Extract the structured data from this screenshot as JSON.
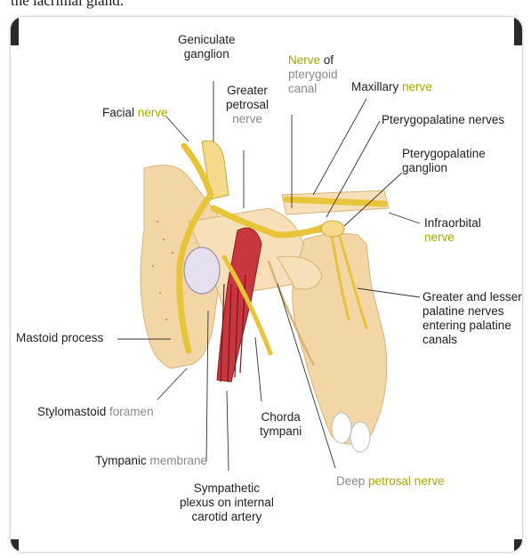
{
  "caption_fragment": "the lacrimal gland.",
  "labels": {
    "geniculate_1": "Geniculate",
    "geniculate_2": "ganglion",
    "greater_petrosal_1": "Greater",
    "greater_petrosal_2": "petrosal",
    "greater_petrosal_3": "nerve",
    "nerve_ptery_nerve": "Nerve",
    "nerve_ptery_of": " of",
    "nerve_ptery_2": "pterygoid",
    "nerve_ptery_3": "canal",
    "maxillary": "Maxillary ",
    "maxillary_nerve": "nerve",
    "facial": "Facial ",
    "facial_nerve": "nerve",
    "pterygopalatine_nerves": "Pterygopalatine nerves",
    "ptery_ganglion_1": "Pterygopalatine",
    "ptery_ganglion_2": "ganglion",
    "infraorbital_1": "Infraorbital",
    "infraorbital_2": "nerve",
    "greater_lesser_1": "Greater and lesser",
    "greater_lesser_2": "palatine nerves",
    "greater_lesser_3": "entering palatine",
    "greater_lesser_4": "canals",
    "mastoid": "Mastoid process",
    "stylomastoid": "Stylomastoid ",
    "stylomastoid_foramen": "foramen",
    "chorda_1": "Chorda",
    "chorda_2": "tympani",
    "tympanic": "Tympanic ",
    "tympanic_membrane": "membrane",
    "deep": "Deep ",
    "deep_petrosal_nerve": "petrosal nerve",
    "sympathetic_1": "Sympathetic",
    "sympathetic_2": "plexus on internal",
    "sympathetic_3": "carotid artery"
  },
  "colors": {
    "nerve": "#e8c43a",
    "bone": "#f3d6a6",
    "artery": "#c9363d",
    "highlight_text": "#a8a800"
  }
}
